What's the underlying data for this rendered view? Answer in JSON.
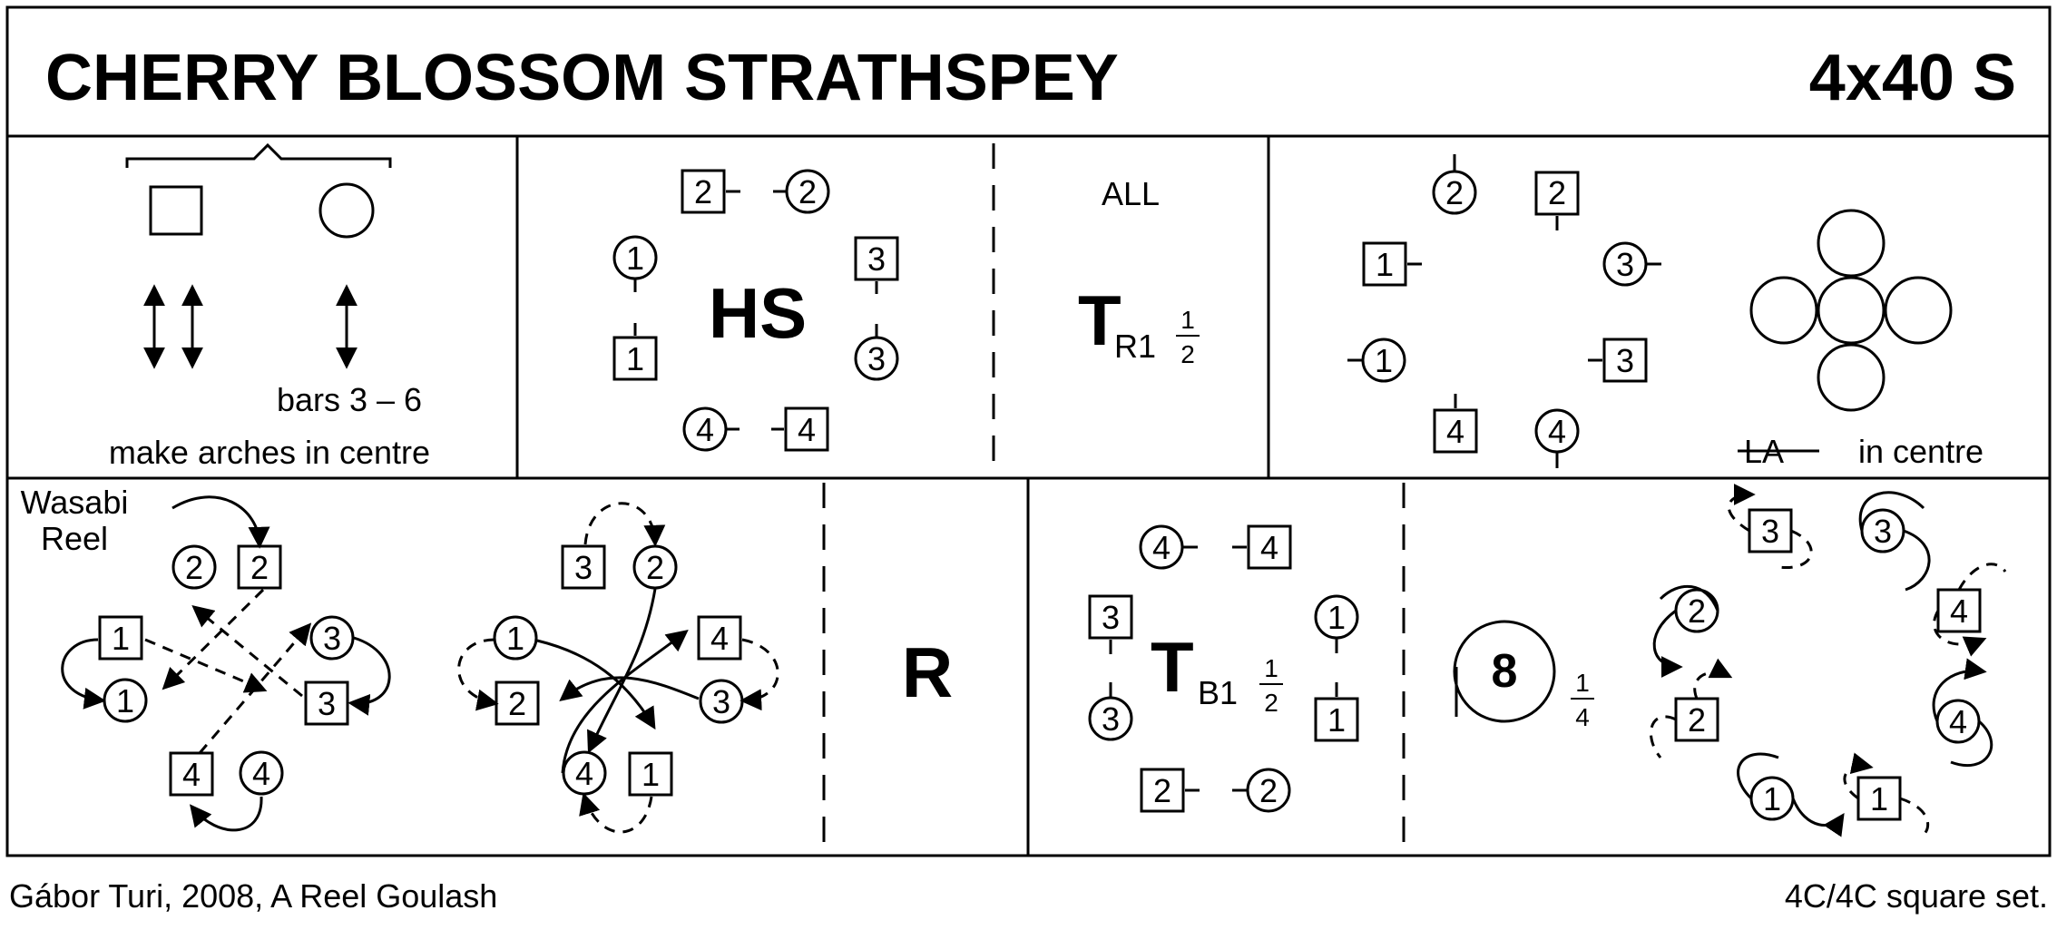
{
  "title": "CHERRY BLOSSOM STRATHSPEY",
  "formation": "4x40 S",
  "footer": {
    "credit": "Gábor Turi, 2008, A Reel Goulash",
    "set": "4C/4C  square set."
  },
  "row1": {
    "cell1": {
      "bars_note": "bars 3 – 6",
      "caption": "make arches in centre"
    },
    "cell2": {
      "figure": "HS"
    },
    "cell3": {
      "label": "ALL",
      "figure": "T",
      "sub": "R1",
      "frac_num": "1",
      "frac_den": "2"
    },
    "cell4": {
      "figure": "LA",
      "caption": "in centre"
    }
  },
  "row2": {
    "cell1": {
      "label_line1": "Wasabi",
      "label_line2": "Reel"
    },
    "cell2": {
      "figure": "R"
    },
    "cell3": {
      "figure": "T",
      "sub": "B1",
      "frac_num": "1",
      "frac_den": "2"
    },
    "cell4": {
      "chase_num": "8",
      "frac_num": "1",
      "frac_den": "4"
    }
  },
  "dancer_numbers": [
    "1",
    "2",
    "3",
    "4"
  ]
}
